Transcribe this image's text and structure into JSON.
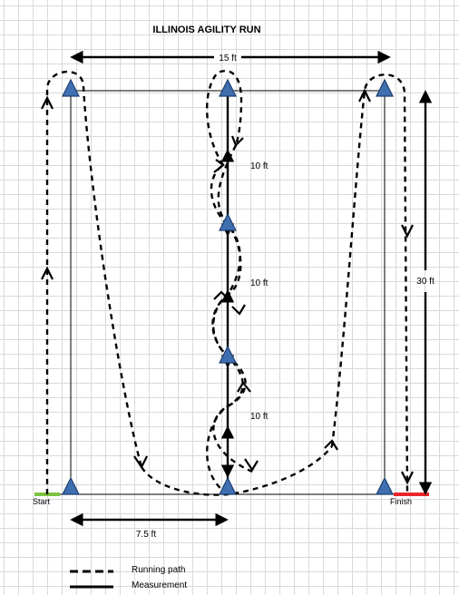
{
  "title": "ILLINOIS AGILITY RUN",
  "measurements": {
    "width": "15 ft",
    "length": "30 ft",
    "segment_top": "10 ft",
    "segment_middle": "10 ft",
    "segment_bottom": "10 ft",
    "half_width": "7.5 ft"
  },
  "labels": {
    "start": "Start",
    "finish": "Finish"
  },
  "legend": {
    "running_path": "Running path",
    "measurement": "Measurement"
  },
  "colors": {
    "cone": "#3f6fb1",
    "start_line": "#7dc242",
    "finish_line": "#e8262b"
  }
}
